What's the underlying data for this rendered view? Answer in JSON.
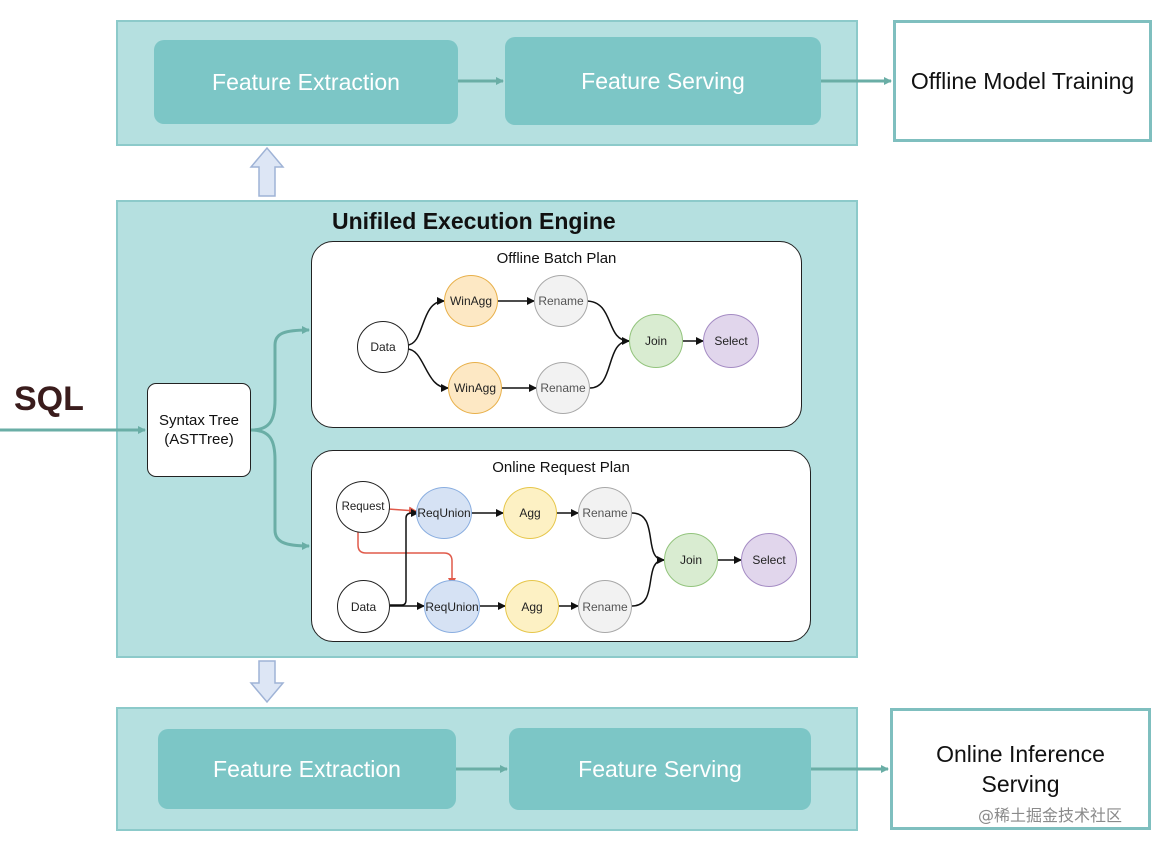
{
  "top_pipeline": {
    "extraction_label": "Feature Extraction",
    "serving_label": "Feature Serving",
    "output_label": "Offline Model Training"
  },
  "engine": {
    "title": "Unifiled Execution Engine"
  },
  "sql_label": "SQL",
  "ast": {
    "line1": "Syntax Tree",
    "line2": "(ASTTree)"
  },
  "offline_plan": {
    "title": "Offline Batch Plan",
    "nodes": {
      "data": "Data",
      "winagg_top": "WinAgg",
      "rename_top": "Rename",
      "winagg_bottom": "WinAgg",
      "rename_bottom": "Rename",
      "join": "Join",
      "select": "Select"
    }
  },
  "online_plan": {
    "title": "Online Request Plan",
    "nodes": {
      "request": "Request",
      "requnion_top": "ReqUnion",
      "agg_top": "Agg",
      "rename_top": "Rename",
      "data": "Data",
      "requnion_bottom": "ReqUnion",
      "agg_bottom": "Agg",
      "rename_bottom": "Rename",
      "join": "Join",
      "select": "Select"
    }
  },
  "bottom_pipeline": {
    "extraction_label": "Feature Extraction",
    "serving_label": "Feature Serving",
    "output_line1": "Online Inference",
    "output_line2": "Serving"
  },
  "watermark": "@稀土掘金技术社区",
  "colors": {
    "band_fill": "#b5e0e0",
    "teal_box": "#7cc6c6",
    "arrow_teal": "#6aaea6",
    "request_edge": "#e05a4a"
  }
}
